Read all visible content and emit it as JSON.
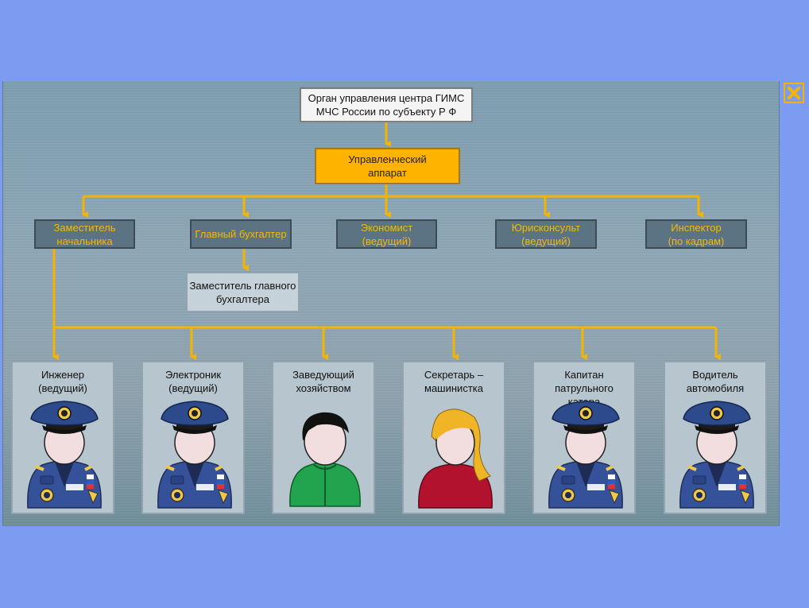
{
  "chart": {
    "root": "Орган управления центра ГИМС\nМЧС России по субъекту Р Ф",
    "apparat": "Управленческий\nаппарат",
    "level2": [
      {
        "label": "Заместитель\nначальника"
      },
      {
        "label": "Главный бухгалтер"
      },
      {
        "label": "Экономист\n(ведущий)"
      },
      {
        "label": "Юрисконсульт\n(ведущий)"
      },
      {
        "label": "Инспектор\n(по кадрам)"
      }
    ],
    "deputy_accountant": "Заместитель главного\nбухгалтера",
    "staff": [
      {
        "label": "Инженер\n(ведущий)",
        "icon": "officer-avatar-icon"
      },
      {
        "label": "Электроник\n(ведущий)",
        "icon": "officer-avatar-icon"
      },
      {
        "label": "Заведующий\nхозяйством",
        "icon": "man-avatar-icon"
      },
      {
        "label": "Секретарь –\nмашинистка",
        "icon": "woman-avatar-icon"
      },
      {
        "label": "Капитан патрульного\nкатера",
        "icon": "officer-avatar-icon"
      },
      {
        "label": "Водитель\nавтомобиля",
        "icon": "officer-avatar-icon"
      }
    ],
    "close_icon": "close-icon"
  },
  "colors": {
    "background": "#7b9cf0",
    "connector": "#f5b400",
    "apparat_fill": "#fdb300",
    "dark_box_fill": "#5c7383",
    "dark_box_text": "#f8b900",
    "card_fill": "#b6c5ce"
  }
}
